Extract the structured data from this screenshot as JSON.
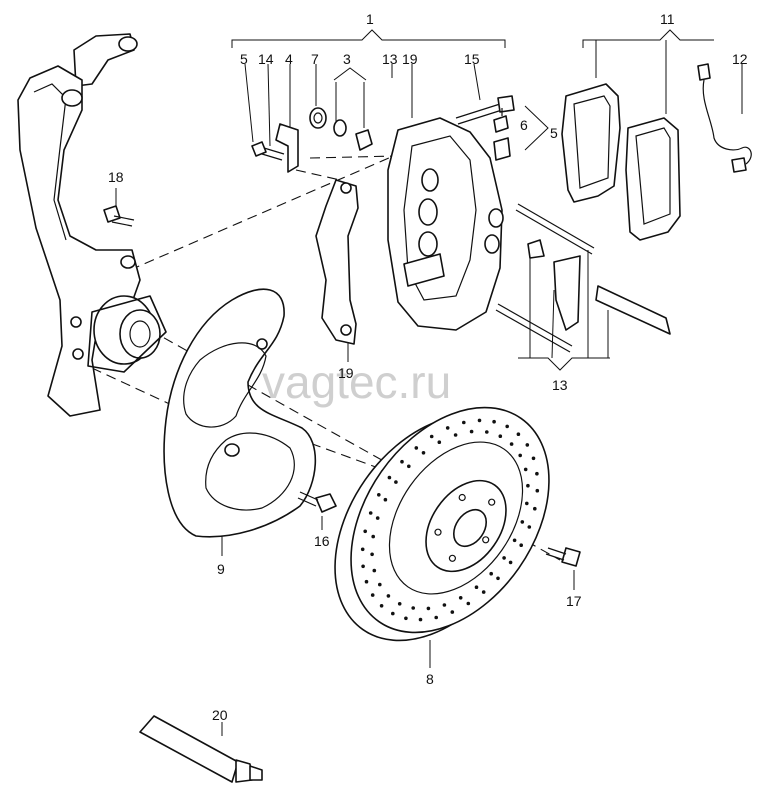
{
  "diagram": {
    "watermark": "vagtec.ru",
    "callouts": {
      "c1": "1",
      "c3": "3",
      "c4": "4",
      "c5a": "5",
      "c5b": "5",
      "c6": "6",
      "c7": "7",
      "c8": "8",
      "c9": "9",
      "c11": "11",
      "c12": "12",
      "c13a": "13",
      "c13b": "13",
      "c14": "14",
      "c15": "15",
      "c16": "16",
      "c17": "17",
      "c18": "18",
      "c19a": "19",
      "c19b": "19",
      "c20": "20"
    }
  }
}
